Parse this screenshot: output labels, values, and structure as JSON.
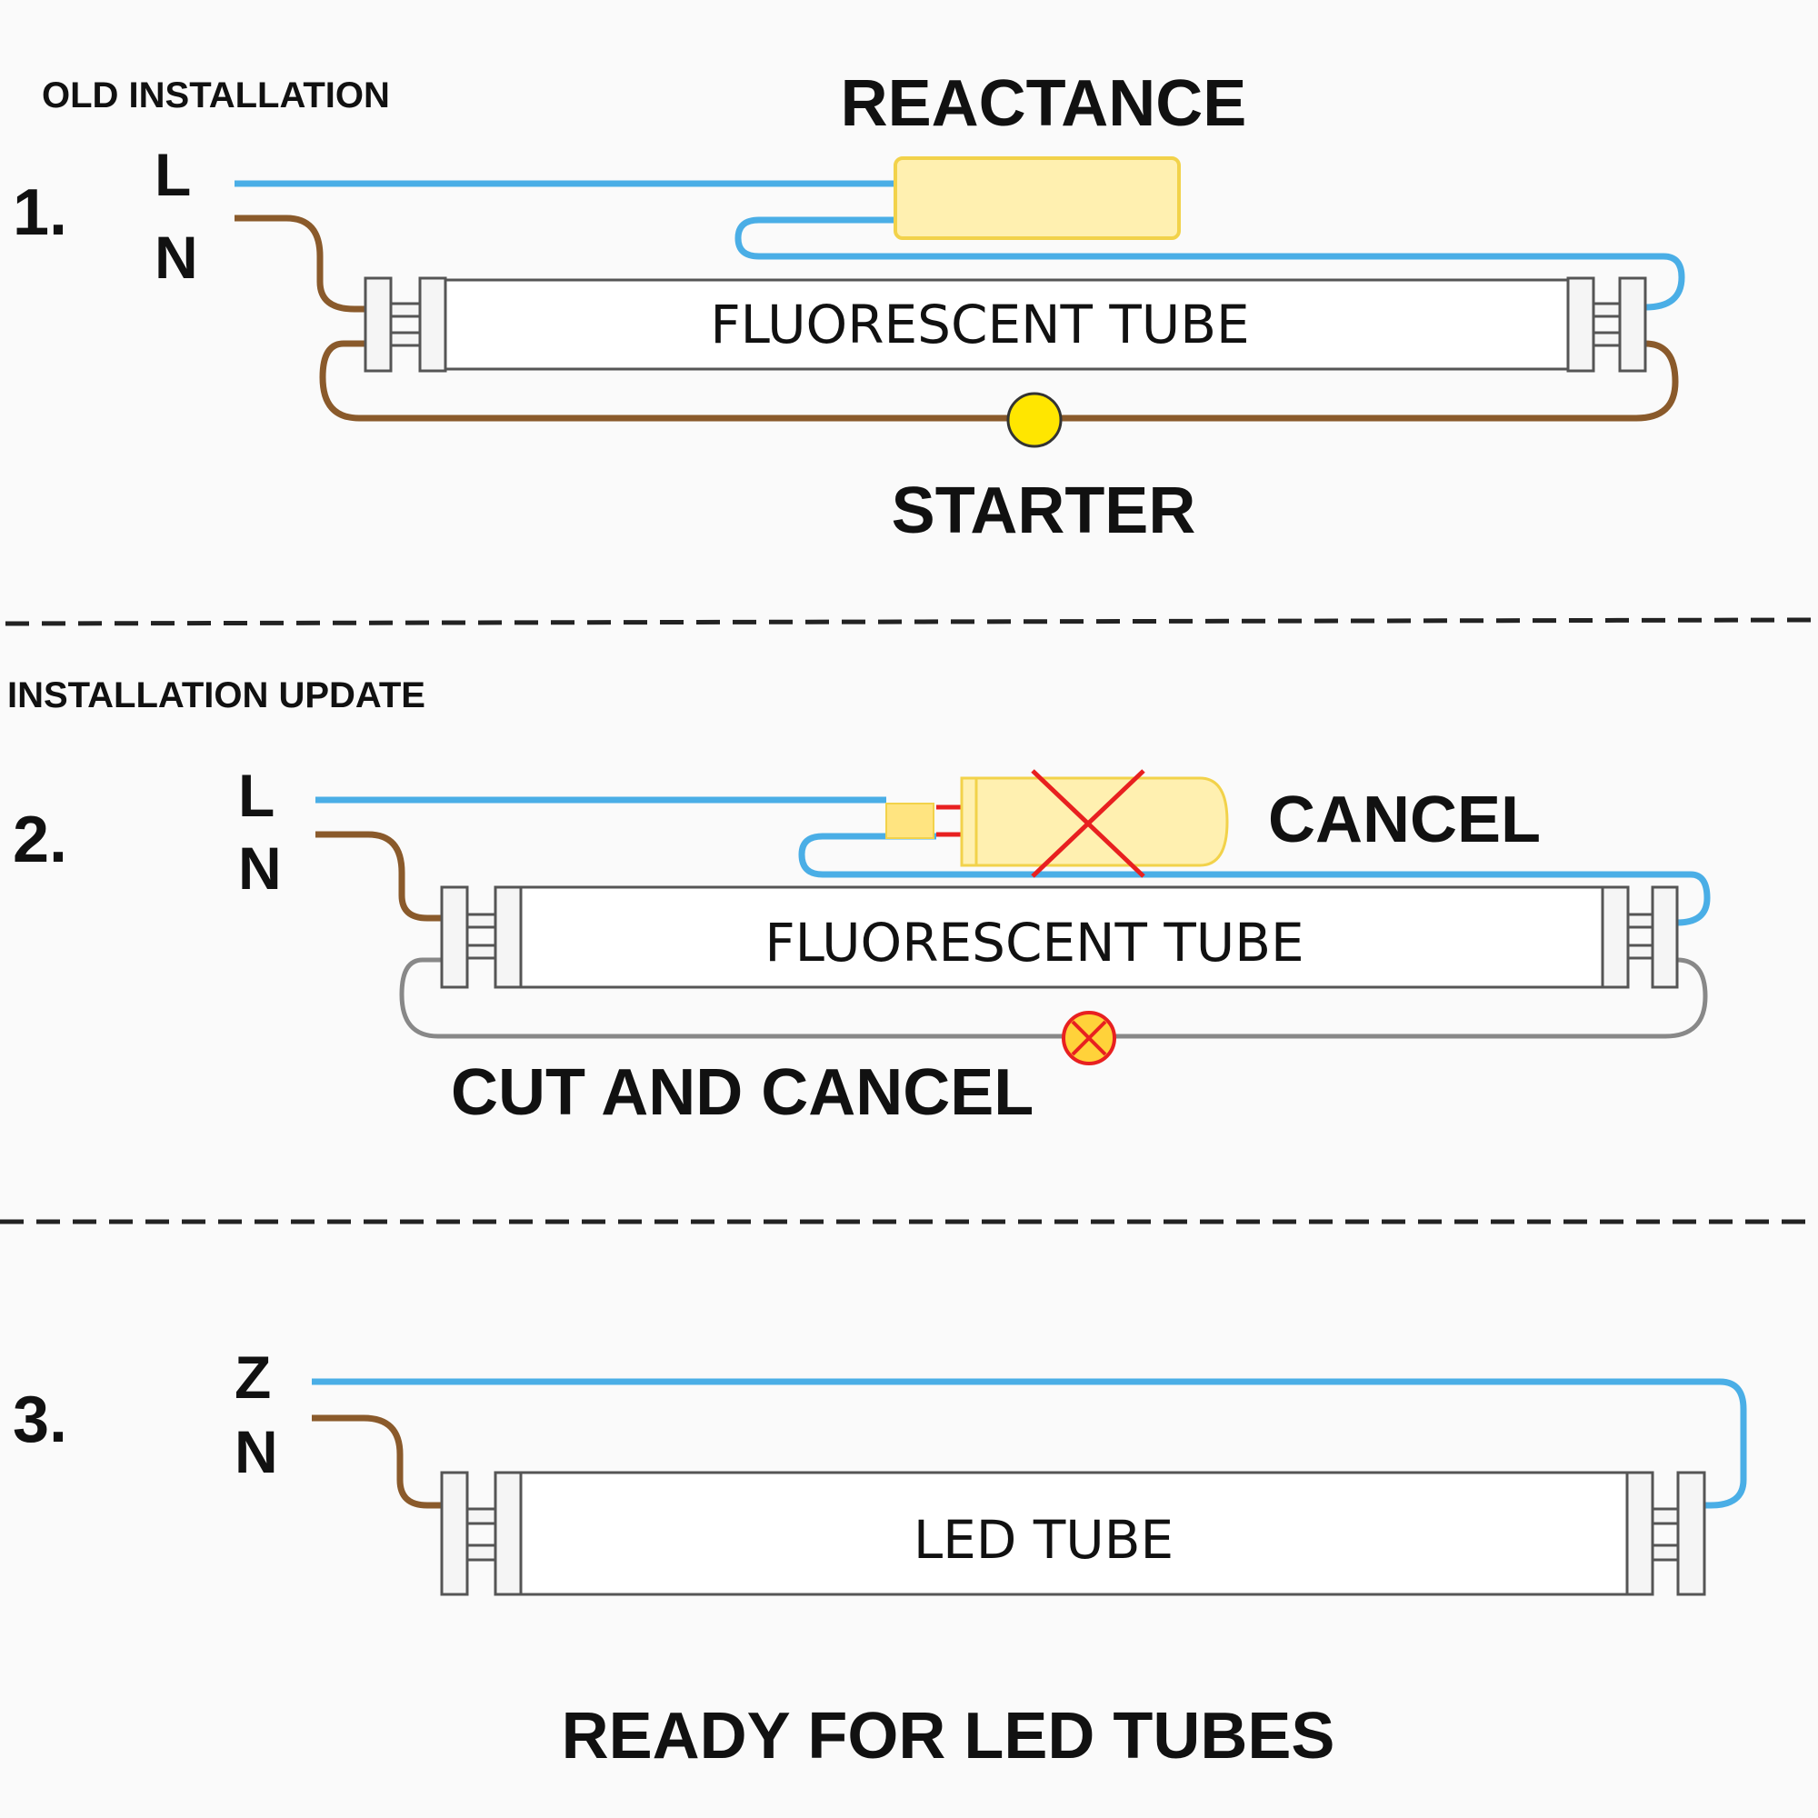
{
  "colors": {
    "line_wire": "#4aaee6",
    "neutral_wire": "#8a5a2b",
    "cut_wire": "#888888",
    "ballast_fill": "#fff0b0",
    "ballast_stroke": "#f2d24a",
    "starter_fill": "#ffe600",
    "cancel_cross": "#e82020",
    "tube_outline": "#555555",
    "background": "#fafafa"
  },
  "section1": {
    "heading": "OLD INSTALLATION",
    "number": "1.",
    "line_label": "L",
    "neutral_label": "N",
    "ballast_label": "REACTANCE",
    "tube_label": "FLUORESCENT TUBE",
    "starter_label": "STARTER"
  },
  "section2": {
    "heading": "INSTALLATION UPDATE",
    "number": "2.",
    "line_label": "L",
    "neutral_label": "N",
    "cancel_label": "CANCEL",
    "tube_label": "FLUORESCENT TUBE",
    "cut_label": "CUT AND CANCEL"
  },
  "section3": {
    "number": "3.",
    "line_label": "Z",
    "neutral_label": "N",
    "tube_label": "LED TUBE",
    "footer": "READY FOR LED TUBES"
  }
}
